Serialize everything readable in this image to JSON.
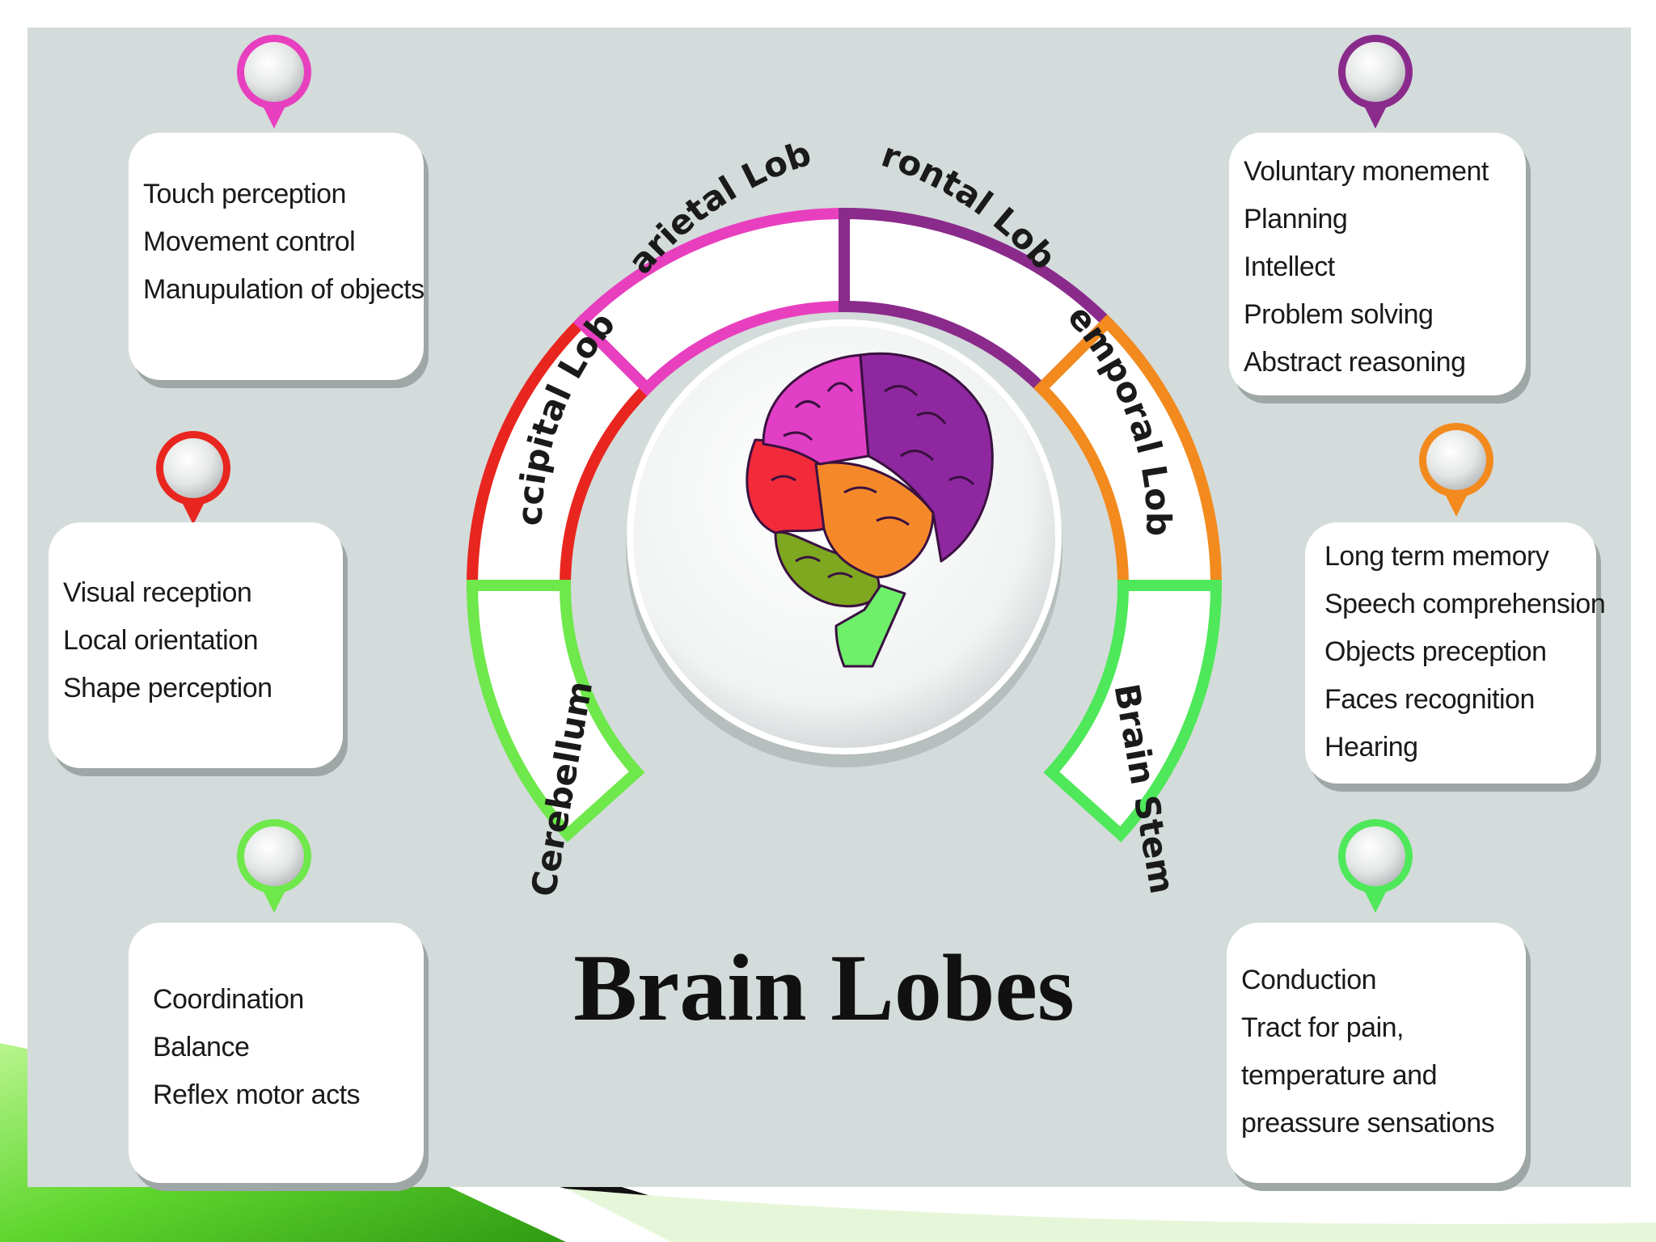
{
  "title": "Brain Lobes",
  "colors": {
    "background_panel": "#d4dbdb",
    "parietal": "#e83fbf",
    "frontal": "#8a2b8c",
    "occipital": "#e8261f",
    "temporal": "#f28a1e",
    "cerebellum": "#6ee84a",
    "brain_stem": "#4ee85a"
  },
  "lobes": [
    {
      "name": "Parietal Lobe",
      "color": "#e83fbf",
      "functions": [
        "Touch perception",
        "Movement control",
        "Manupulation of objects"
      ]
    },
    {
      "name": "Occipital Lobe",
      "color": "#e8261f",
      "functions": [
        "Visual reception",
        "Local orientation",
        "Shape perception"
      ]
    },
    {
      "name": "Cerebellum",
      "color": "#6ee84a",
      "functions": [
        "Coordination",
        "Balance",
        "Reflex motor acts"
      ]
    },
    {
      "name": "Frontal Lobe",
      "color": "#8a2b8c",
      "functions": [
        "Voluntary monement",
        "Planning",
        "Intellect",
        "Problem solving",
        "Abstract reasoning"
      ]
    },
    {
      "name": "Temporal Lobe",
      "color": "#f28a1e",
      "functions": [
        "Long term memory",
        "Speech comprehension",
        "Objects preception",
        "Faces recognition",
        "Hearing"
      ]
    },
    {
      "name": "Brain Stem",
      "color": "#4ee85a",
      "functions": [
        "Conduction",
        "Tract for pain,",
        "temperature and",
        "preassure sensations"
      ]
    }
  ],
  "icons": {
    "pin": "map-pin-icon",
    "brain": "brain-illustration-icon"
  }
}
